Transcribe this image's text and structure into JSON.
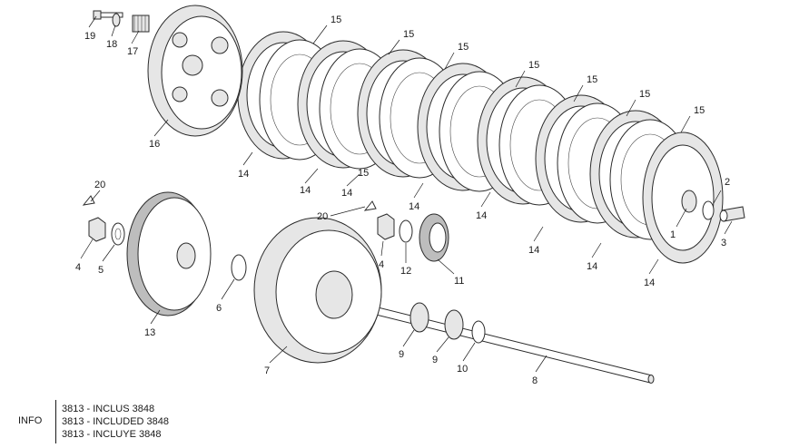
{
  "parts": [
    {
      "num": "19"
    },
    {
      "num": "18"
    },
    {
      "num": "17"
    },
    {
      "num": "16"
    },
    {
      "num": "15"
    },
    {
      "num": "15"
    },
    {
      "num": "15"
    },
    {
      "num": "15"
    },
    {
      "num": "15"
    },
    {
      "num": "15"
    },
    {
      "num": "15"
    },
    {
      "num": "15"
    },
    {
      "num": "14"
    },
    {
      "num": "14"
    },
    {
      "num": "14"
    },
    {
      "num": "14"
    },
    {
      "num": "14"
    },
    {
      "num": "14"
    },
    {
      "num": "14"
    },
    {
      "num": "14"
    },
    {
      "num": "2"
    },
    {
      "num": "1"
    },
    {
      "num": "3"
    },
    {
      "num": "20"
    },
    {
      "num": "4"
    },
    {
      "num": "5"
    },
    {
      "num": "13"
    },
    {
      "num": "6"
    },
    {
      "num": "20"
    },
    {
      "num": "4"
    },
    {
      "num": "12"
    },
    {
      "num": "11"
    },
    {
      "num": "7"
    },
    {
      "num": "9"
    },
    {
      "num": "9"
    },
    {
      "num": "10"
    },
    {
      "num": "8"
    }
  ],
  "info": {
    "label": "INFO",
    "lines": [
      "3813 - INCLUS 3848",
      "3813 - INCLUDED 3848",
      "3813 - INCLUYE 3848"
    ]
  }
}
